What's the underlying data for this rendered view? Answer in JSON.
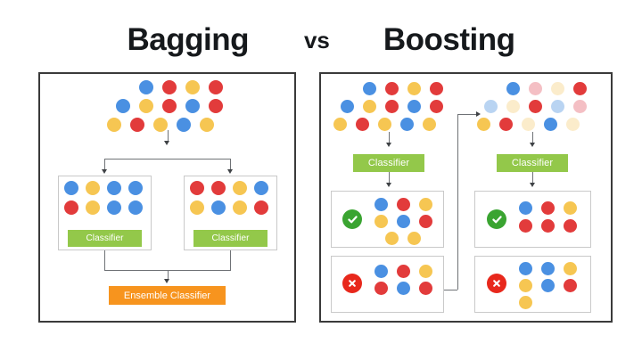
{
  "title": {
    "left": "Bagging",
    "vs": "vs",
    "right": "Boosting"
  },
  "colors": {
    "blue": "#4a90e2",
    "red": "#e23b3b",
    "yellow": "#f6c652",
    "blue_faded": "#b9d4f2",
    "red_faded": "#f4bfc4",
    "yellow_faded": "#fbeccb",
    "classifier_green": "#93c84a",
    "ensemble_orange": "#f7941e",
    "check_green": "#3aa431",
    "cross_red": "#e8281c",
    "panel_border": "#3a3a3a",
    "subbox_border": "#c9c9c9",
    "connector": "#6f7276"
  },
  "labels": {
    "classifier": "Classifier",
    "ensemble_classifier": "Ensemble Classifier",
    "check_badge": "correct",
    "cross_badge": "incorrect"
  },
  "bagging": {
    "panel_name": "bagging-panel",
    "source_cluster": {
      "name": "bagging-source-dataset",
      "rows": [
        [
          "blue",
          "red",
          "yellow",
          "red"
        ],
        [
          "blue",
          "yellow",
          "red",
          "blue",
          "red"
        ],
        [
          "yellow",
          "red",
          "yellow",
          "blue",
          "yellow"
        ]
      ]
    },
    "subsets": [
      {
        "name": "bagging-subset-1",
        "rows": [
          [
            "blue",
            "yellow",
            "blue",
            "blue"
          ],
          [
            "red",
            "yellow",
            "blue",
            "blue"
          ]
        ],
        "classifier": "Classifier"
      },
      {
        "name": "bagging-subset-2",
        "rows": [
          [
            "red",
            "red",
            "yellow",
            "blue"
          ],
          [
            "yellow",
            "blue",
            "yellow",
            "red"
          ]
        ],
        "classifier": "Classifier"
      }
    ],
    "output": "Ensemble Classifier"
  },
  "boosting": {
    "panel_name": "boosting-panel",
    "stages": [
      {
        "name": "boosting-stage-1",
        "source_cluster": {
          "name": "boosting-stage-1-dataset",
          "rows": [
            [
              {
                "c": "blue",
                "f": false
              },
              {
                "c": "red",
                "f": false
              },
              {
                "c": "yellow",
                "f": false
              },
              {
                "c": "red",
                "f": false
              }
            ],
            [
              {
                "c": "blue",
                "f": false
              },
              {
                "c": "yellow",
                "f": false
              },
              {
                "c": "red",
                "f": false
              },
              {
                "c": "blue",
                "f": false
              },
              {
                "c": "red",
                "f": false
              }
            ],
            [
              {
                "c": "yellow",
                "f": false
              },
              {
                "c": "red",
                "f": false
              },
              {
                "c": "yellow",
                "f": false
              },
              {
                "c": "blue",
                "f": false
              },
              {
                "c": "yellow",
                "f": false
              }
            ]
          ]
        },
        "classifier": "Classifier",
        "correct": {
          "name": "boosting-stage-1-correct",
          "badge": "check",
          "rows": [
            [
              "blue",
              "red",
              "yellow"
            ],
            [
              "yellow",
              "blue",
              "red"
            ],
            [
              "yellow",
              "yellow"
            ]
          ]
        },
        "incorrect": {
          "name": "boosting-stage-1-incorrect",
          "badge": "cross",
          "rows": [
            [
              "blue",
              "red",
              "yellow"
            ],
            [
              "red",
              "blue",
              "red"
            ]
          ]
        }
      },
      {
        "name": "boosting-stage-2",
        "source_cluster": {
          "name": "boosting-stage-2-dataset",
          "rows": [
            [
              {
                "c": "blue",
                "f": false
              },
              {
                "c": "red",
                "f": true
              },
              {
                "c": "yellow",
                "f": true
              },
              {
                "c": "red",
                "f": false
              }
            ],
            [
              {
                "c": "blue",
                "f": true
              },
              {
                "c": "yellow",
                "f": true
              },
              {
                "c": "red",
                "f": false
              },
              {
                "c": "blue",
                "f": true
              },
              {
                "c": "red",
                "f": true
              }
            ],
            [
              {
                "c": "yellow",
                "f": false
              },
              {
                "c": "red",
                "f": false
              },
              {
                "c": "yellow",
                "f": true
              },
              {
                "c": "blue",
                "f": false
              },
              {
                "c": "yellow",
                "f": true
              }
            ]
          ]
        },
        "classifier": "Classifier",
        "correct": {
          "name": "boosting-stage-2-correct",
          "badge": "check",
          "rows": [
            [
              "blue",
              "red",
              "yellow"
            ],
            [
              "red",
              "red",
              "red"
            ]
          ]
        },
        "incorrect": {
          "name": "boosting-stage-2-incorrect",
          "badge": "cross",
          "rows": [
            [
              "blue",
              "blue",
              "yellow"
            ],
            [
              "yellow",
              "blue",
              "red"
            ],
            [
              "yellow"
            ]
          ]
        }
      }
    ],
    "feedback_arrow": "reweight-misclassified-arrow"
  }
}
